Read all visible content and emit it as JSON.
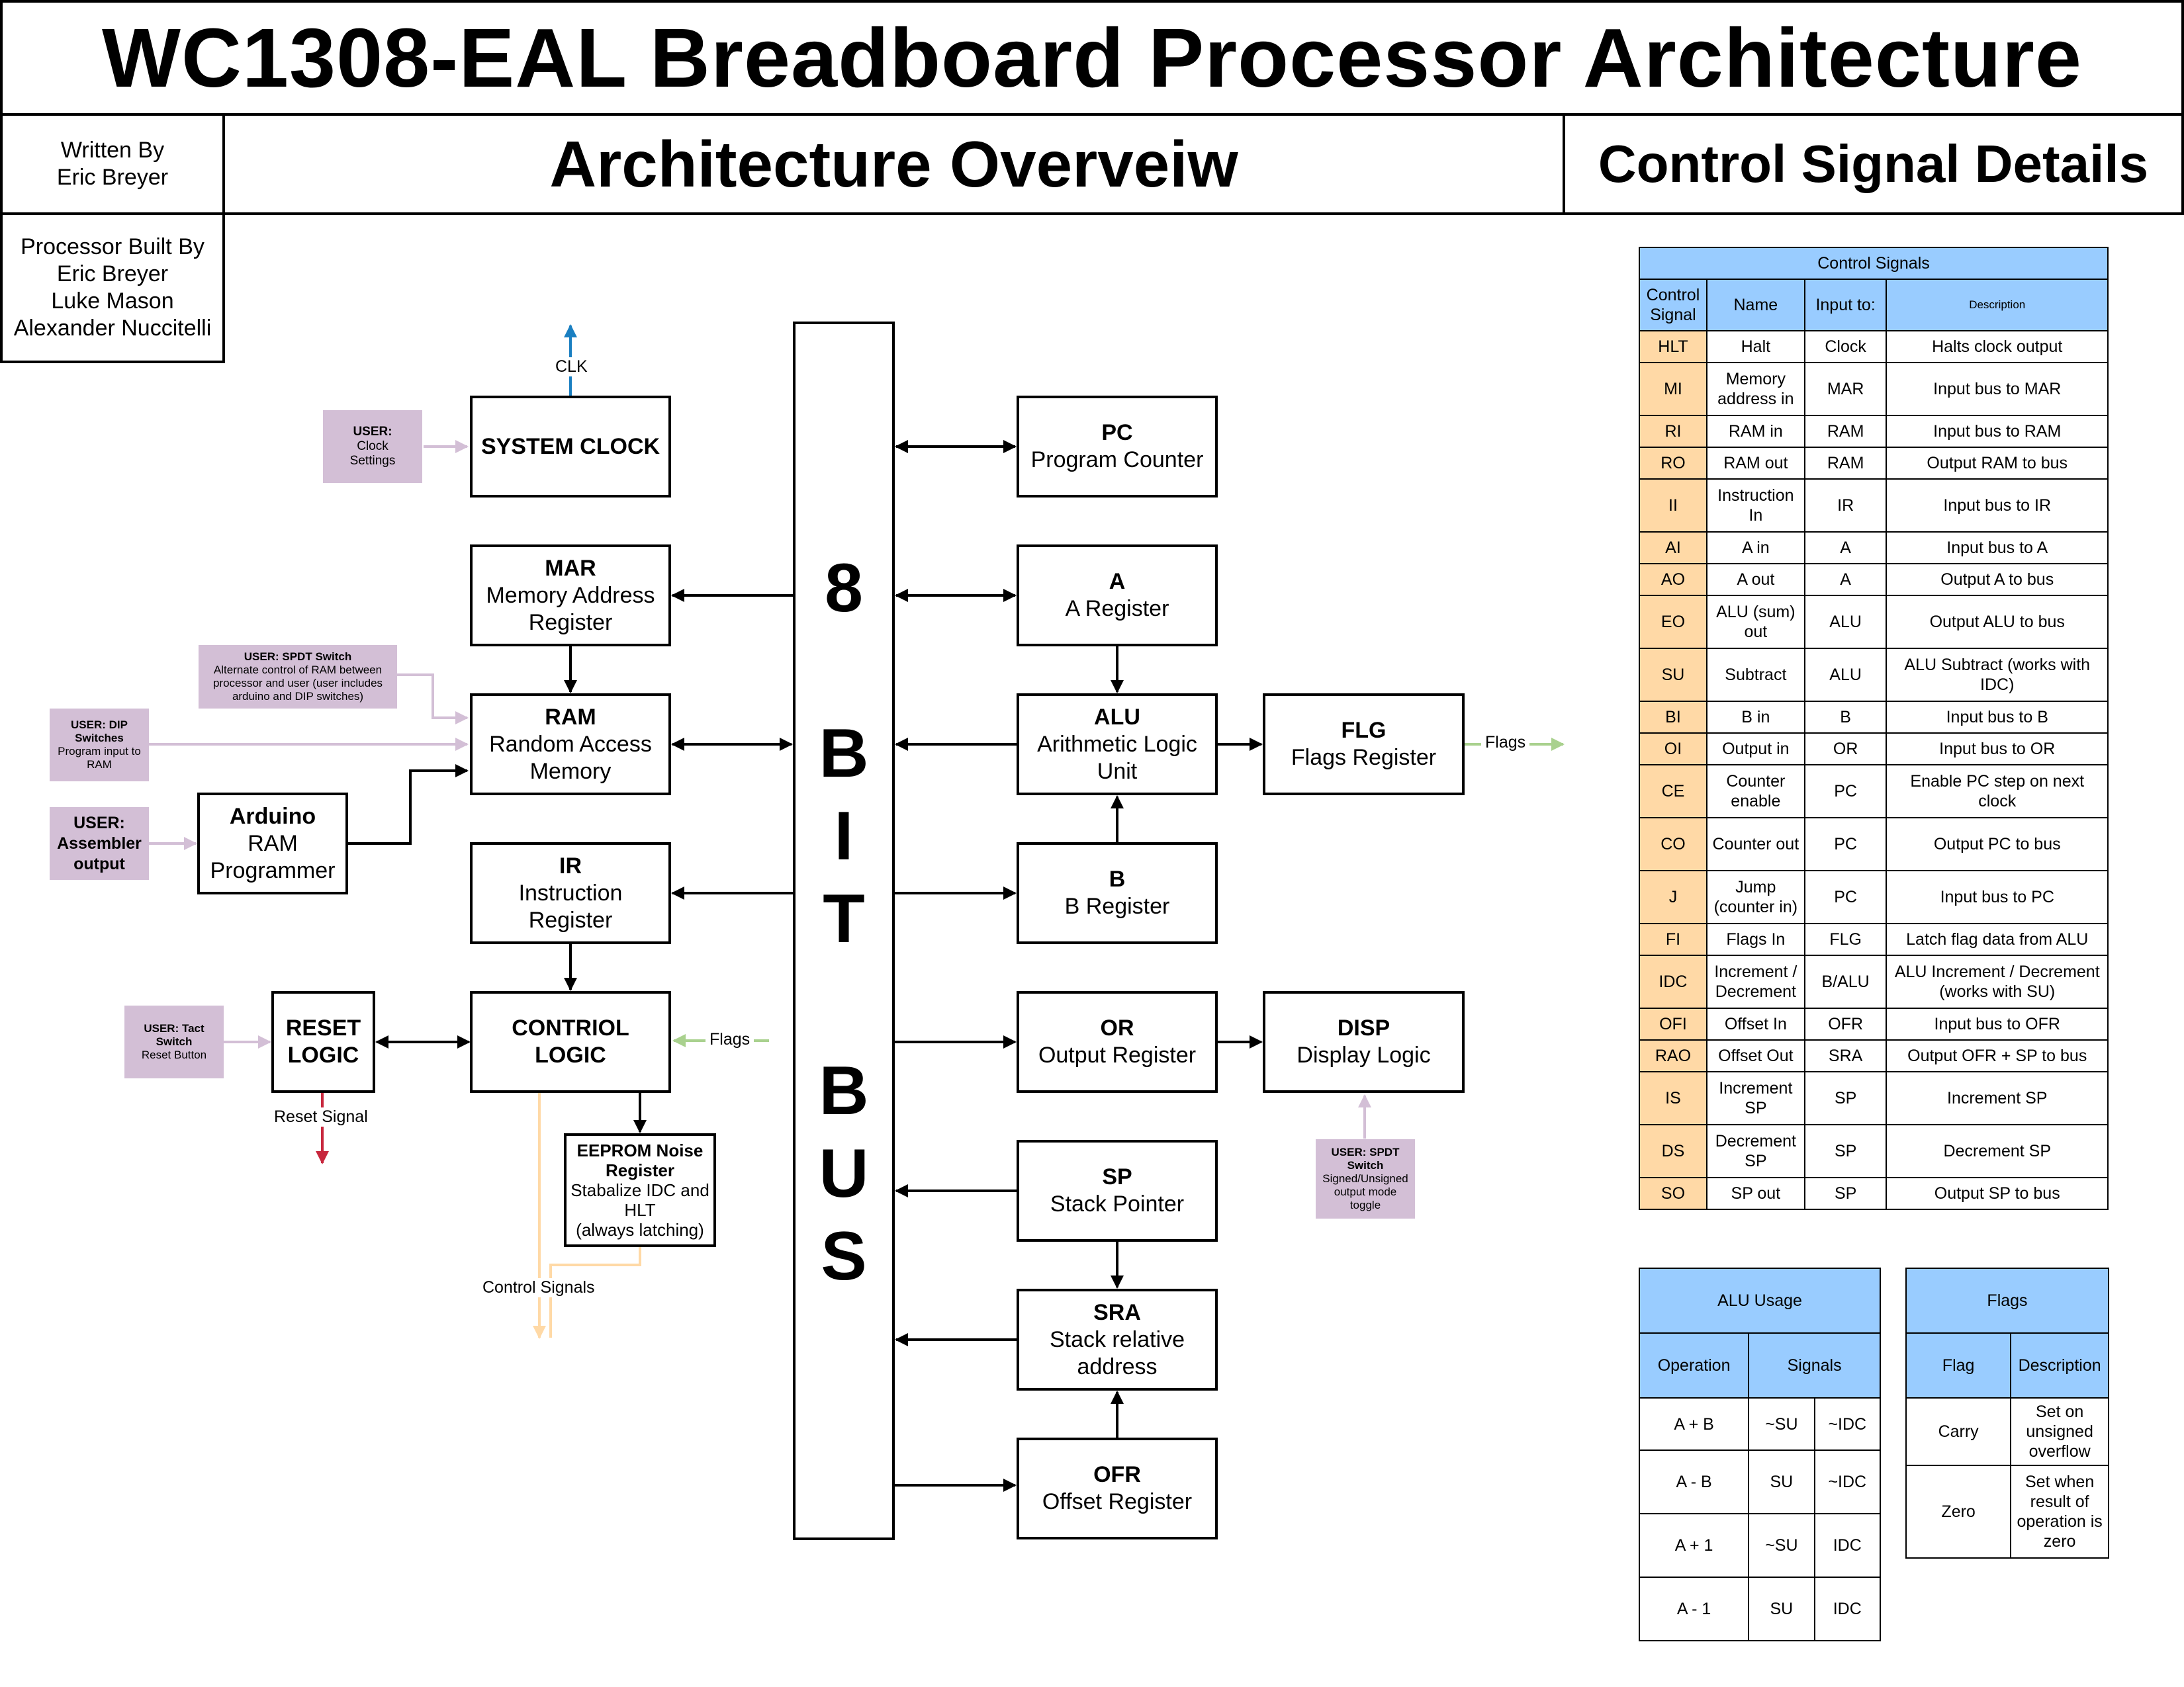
{
  "header": {
    "title": "WC1308-EAL Breadboard Processor Architecture",
    "written_by": [
      "Written By",
      "Eric Breyer"
    ],
    "built_by": [
      "Processor Built By",
      "Eric Breyer",
      "Luke Mason",
      "Alexander Nuccitelli"
    ],
    "overview_title": "Architecture Overveiw",
    "details_title": "Control Signal Details"
  },
  "bus": {
    "letters": [
      "8",
      "B",
      "I",
      "T",
      "B",
      "U",
      "S"
    ]
  },
  "blocks": {
    "system_clock": {
      "name": "SYSTEM CLOCK"
    },
    "mar": {
      "name": "MAR",
      "desc": "Memory Address Register"
    },
    "ram": {
      "name": "RAM",
      "desc": "Random Access Memory"
    },
    "arduino": {
      "name": "Arduino",
      "desc": "RAM Programmer"
    },
    "ir": {
      "name": "IR",
      "desc": "Instruction Register"
    },
    "reset": {
      "name": "RESET LOGIC"
    },
    "control": {
      "name": "CONTRIOL LOGIC"
    },
    "eeprom": {
      "name": "EEPROM Noise Register",
      "desc": "Stabalize IDC and HLT",
      "note": "(always latching)"
    },
    "pc": {
      "name": "PC",
      "desc": "Program Counter"
    },
    "a": {
      "name": "A",
      "desc": "A Register"
    },
    "alu": {
      "name": "ALU",
      "desc": "Arithmetic Logic Unit"
    },
    "flg": {
      "name": "FLG",
      "desc": "Flags Register"
    },
    "b": {
      "name": "B",
      "desc": "B Register"
    },
    "or": {
      "name": "OR",
      "desc": "Output Register"
    },
    "disp": {
      "name": "DISP",
      "desc": "Display Logic"
    },
    "sp": {
      "name": "SP",
      "desc": "Stack Pointer"
    },
    "sra": {
      "name": "SRA",
      "desc": "Stack relative address"
    },
    "ofr": {
      "name": "OFR",
      "desc": "Offset Register"
    }
  },
  "user_inputs": {
    "clock": {
      "title": "USER:",
      "desc": "Clock Settings"
    },
    "spdt_ram": {
      "title": "USER: SPDT Switch",
      "desc": "Alternate control of RAM  between processor and user (user includes arduino and DIP switches)"
    },
    "dip": {
      "title": "USER: DIP Switches",
      "desc": "Program input to RAM"
    },
    "assembler": {
      "title": "USER: Assembler output",
      "desc": ""
    },
    "tact": {
      "title": "USER: Tact Switch",
      "desc": "Reset Button"
    },
    "spdt_disp": {
      "title": "USER: SPDT Switch",
      "desc": "Signed/Unsigned output mode toggle"
    }
  },
  "wire_labels": {
    "clk": "CLK",
    "flags_out": "Flags",
    "flags_in": "Flags",
    "reset_signal": "Reset Signal",
    "control_signals": "Control Signals"
  },
  "colors": {
    "user_box": "#d3bfd6",
    "table_header": "#99ccff",
    "signal_cell": "#ffd9a6",
    "clk_arrow": "#1a7fc1",
    "reset_arrow": "#c8283e",
    "flags_arrow": "#a9d18e",
    "control_wire": "#ffd9a6",
    "user_arrow": "#d3bfd6"
  },
  "control_table": {
    "title": "Control Signals",
    "headers": [
      "Control Signal",
      "Name",
      "Input to:",
      "Description"
    ],
    "rows": [
      [
        "HLT",
        "Halt",
        "Clock",
        "Halts clock output"
      ],
      [
        "MI",
        "Memory address in",
        "MAR",
        "Input bus to MAR"
      ],
      [
        "RI",
        "RAM in",
        "RAM",
        "Input bus to RAM"
      ],
      [
        "RO",
        "RAM out",
        "RAM",
        "Output RAM to bus"
      ],
      [
        "II",
        "Instruction In",
        "IR",
        "Input bus to IR"
      ],
      [
        "AI",
        "A in",
        "A",
        "Input bus to A"
      ],
      [
        "AO",
        "A out",
        "A",
        "Output A to bus"
      ],
      [
        "EO",
        "ALU (sum) out",
        "ALU",
        "Output ALU to bus"
      ],
      [
        "SU",
        "Subtract",
        "ALU",
        "ALU Subtract (works with IDC)"
      ],
      [
        "BI",
        "B in",
        "B",
        "Input bus to B"
      ],
      [
        "OI",
        "Output in",
        "OR",
        "Input bus to OR"
      ],
      [
        "CE",
        "Counter enable",
        "PC",
        "Enable PC step on next clock"
      ],
      [
        "CO",
        "Counter out",
        "PC",
        "Output PC to bus"
      ],
      [
        "J",
        "Jump (counter in)",
        "PC",
        "Input bus to PC"
      ],
      [
        "FI",
        "Flags In",
        "FLG",
        "Latch flag data from ALU"
      ],
      [
        "IDC",
        "Increment / Decrement",
        "B/ALU",
        "ALU Increment / Decrement (works with SU)"
      ],
      [
        "OFI",
        "Offset In",
        "OFR",
        "Input bus to OFR"
      ],
      [
        "RAO",
        "Offset Out",
        "SRA",
        "Output OFR + SP to bus"
      ],
      [
        "IS",
        "Increment SP",
        "SP",
        "Increment SP"
      ],
      [
        "DS",
        "Decrement SP",
        "SP",
        "Decrement SP"
      ],
      [
        "SO",
        "SP out",
        "SP",
        "Output SP to bus"
      ]
    ]
  },
  "alu_table": {
    "title": "ALU Usage",
    "headers": [
      "Operation",
      "Signals"
    ],
    "rows": [
      [
        "A + B",
        "~SU",
        "~IDC"
      ],
      [
        "A - B",
        "SU",
        "~IDC"
      ],
      [
        "A + 1",
        "~SU",
        "IDC"
      ],
      [
        "A - 1",
        "SU",
        "IDC"
      ]
    ]
  },
  "flags_table": {
    "title": "Flags",
    "headers": [
      "Flag",
      "Description"
    ],
    "rows": [
      [
        "Carry",
        "Set on unsigned overflow"
      ],
      [
        "Zero",
        "Set when result of operation is zero"
      ]
    ]
  }
}
